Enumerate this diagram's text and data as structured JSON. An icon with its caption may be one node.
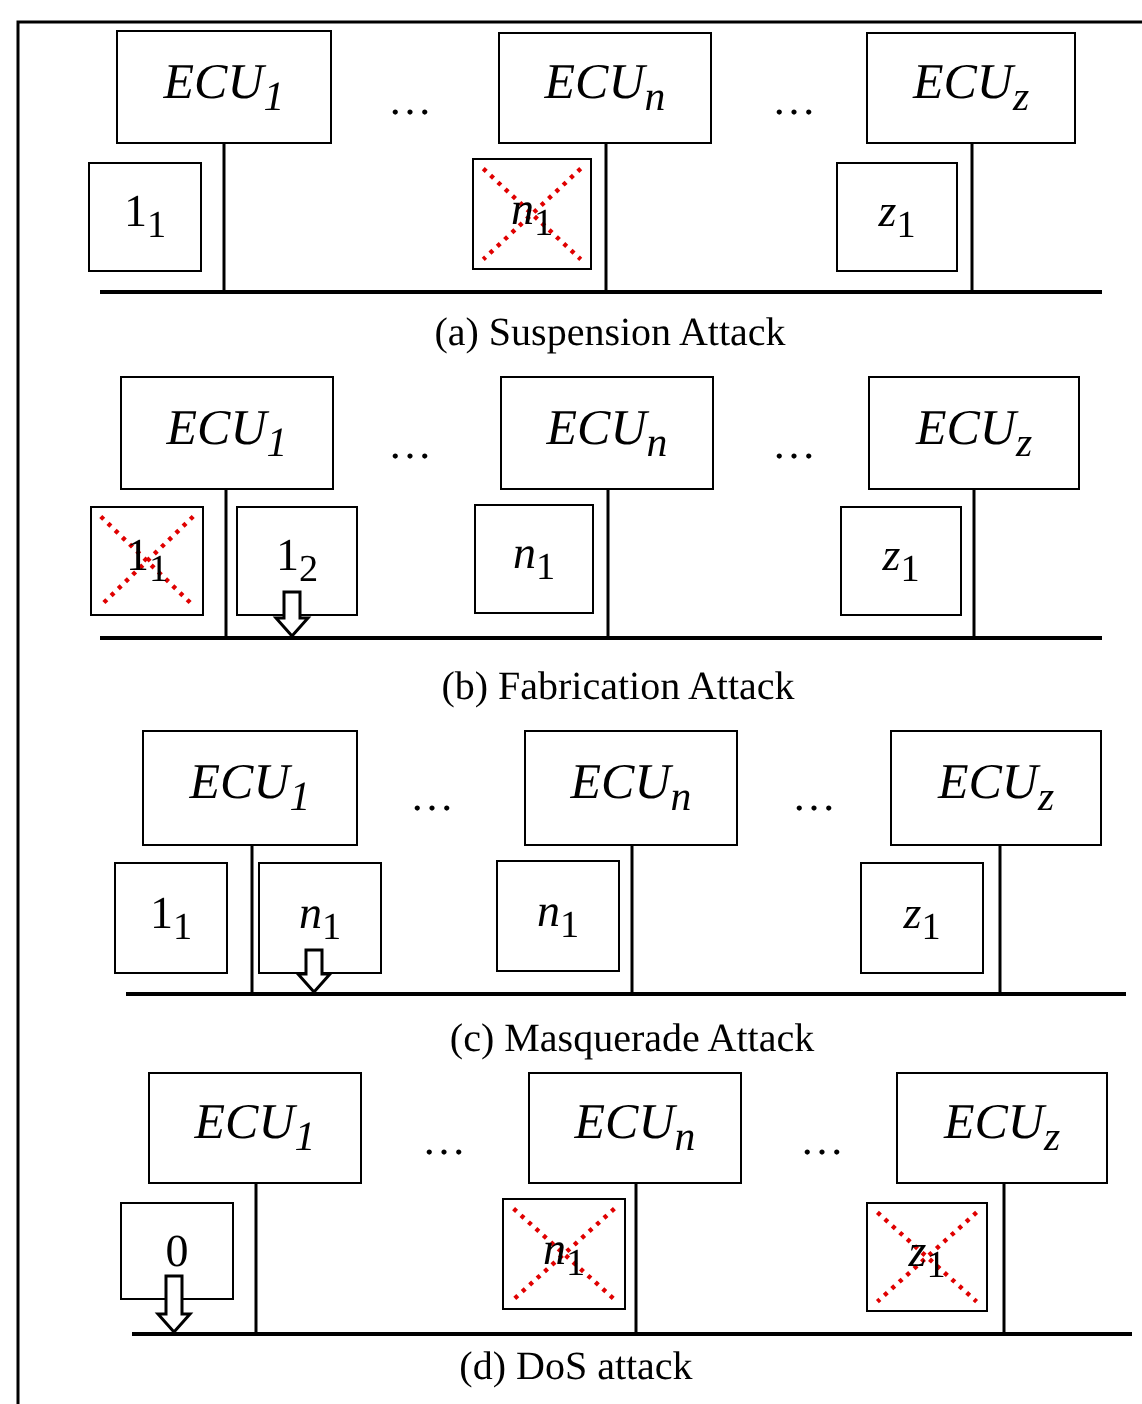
{
  "diagram": {
    "nodes": [
      {
        "text": [
          "ECU$_{1}$"
        ]
      },
      {
        "text": [
          "ECU$_{n}$"
        ]
      },
      {
        "text": [
          "ECU$_{z}$"
        ]
      },
      {
        "text": [
          "1$_{1}$"
        ]
      },
      {
        "text": [
          "*n*$_{1}$"
        ]
      },
      {
        "text": [
          "*z*$_{1}$"
        ]
      },
      {
        "text": [],
        "shape": "bar"
      },
      {
        "text": [
          "ECU$_{1}$"
        ]
      },
      {
        "text": [
          "ECU$_{n}$"
        ]
      },
      {
        "text": [
          "ECU$_{z}$"
        ]
      },
      {
        "text": [
          "1$_{1}$"
        ]
      },
      {
        "text": [
          "1$_{2}$"
        ]
      },
      {
        "text": [
          "*n*$_{1}$"
        ]
      },
      {
        "text": [
          "*z*$_{1}$"
        ]
      },
      {
        "text": [],
        "shape": "bar"
      },
      {
        "text": [
          "ECU$_{1}$"
        ]
      },
      {
        "text": [
          "ECU$_{n}$"
        ]
      },
      {
        "text": [
          "ECU$_{z}$"
        ]
      },
      {
        "text": [
          "1$_{1}$"
        ]
      },
      {
        "text": [
          "*n*$_{1}$"
        ]
      },
      {
        "text": [
          "*n*$_{1}$"
        ]
      },
      {
        "text": [
          "*z*$_{1}$"
        ]
      },
      {
        "text": [],
        "shape": "bar"
      },
      {
        "text": [
          "ECU$_{1}$"
        ]
      },
      {
        "text": [
          "ECU$_{n}$"
        ]
      },
      {
        "text": [
          "ECU$_{z}$"
        ]
      },
      {
        "text": [
          "0"
        ]
      },
      {
        "text": [
          "*n*$_{1}$"
        ]
      },
      {
        "text": [
          "*z*$_{1}$"
        ]
      },
      {
        "text": [],
        "shape": "bar"
      }
    ],
    "edges": [
      {
        "from": 0,
        "to": 6,
        "arrow": "none"
      },
      {
        "from": 1,
        "to": 6,
        "arrow": "none"
      },
      {
        "from": 2,
        "to": 6,
        "arrow": "none"
      },
      {
        "from": 7,
        "to": 14,
        "arrow": "none"
      },
      {
        "from": 8,
        "to": 14,
        "arrow": "none"
      },
      {
        "from": 9,
        "to": 14,
        "arrow": "none"
      },
      {
        "from": 11,
        "to": 14,
        "arrow": "to"
      },
      {
        "from": 15,
        "to": 22,
        "arrow": "none"
      },
      {
        "from": 16,
        "to": 22,
        "arrow": "none"
      },
      {
        "from": 17,
        "to": 22,
        "arrow": "none"
      },
      {
        "from": 19,
        "to": 22,
        "arrow": "to"
      },
      {
        "from": 23,
        "to": 29,
        "arrow": "none"
      },
      {
        "from": 24,
        "to": 29,
        "arrow": "none"
      },
      {
        "from": 25,
        "to": 29,
        "arrow": "none"
      },
      {
        "from": 26,
        "to": 29,
        "arrow": "to"
      }
    ],
    "labels": [
      "…",
      "…",
      "(a) Suspension Attack",
      "…",
      "…",
      "(b) Fabrication Attack",
      "…",
      "…",
      "(c) Masquerade Attack",
      "…",
      "…",
      "(d) DoS attack"
    ]
  }
}
